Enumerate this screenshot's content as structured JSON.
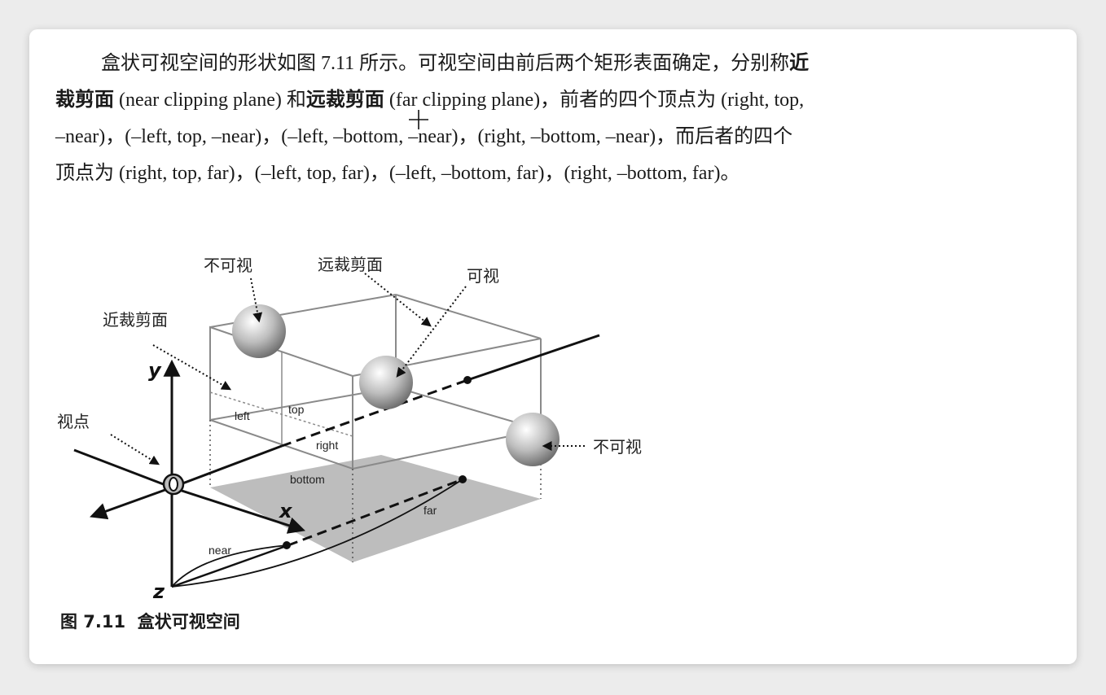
{
  "paragraph": {
    "line1": "盒状可视空间的形状如图 7.11 所示。可视空间由前后两个矩形表面确定，分别称",
    "near_term_a": "近",
    "near_term_b": "裁剪面",
    "line2_mid1": " (near clipping plane) 和",
    "far_term": "远裁剪面",
    "line2_mid2": " (far clipping plane)，前者的四个顶点为 (right, top,",
    "line3": "–near)，(–left, top, –near)，(–left, –bottom, –near)，(right, –bottom, –near)，而后者的四个",
    "line4": "顶点为 (right, top, far)，(–left, top, far)，(–left, –bottom, far)，(right, –bottom, far)。"
  },
  "figure": {
    "label_invisible_top": "不可视",
    "label_far_plane": "远裁剪面",
    "label_visible": "可视",
    "label_near_plane": "近裁剪面",
    "label_viewpoint": "视点",
    "label_invisible_right": "不可视",
    "axis_y": "y",
    "axis_x": "x",
    "axis_z": "z",
    "label_left": "left",
    "label_top": "top",
    "label_right": "right",
    "label_bottom": "bottom",
    "label_near": "near",
    "label_far": "far"
  },
  "caption": {
    "text": "图 7.11  盒状可视空间"
  },
  "colors": {
    "text": "#1a1a1a",
    "box_line": "#8a8a8a",
    "floor": "#bdbdbd",
    "card": "#ffffff",
    "background": "#ececec"
  }
}
